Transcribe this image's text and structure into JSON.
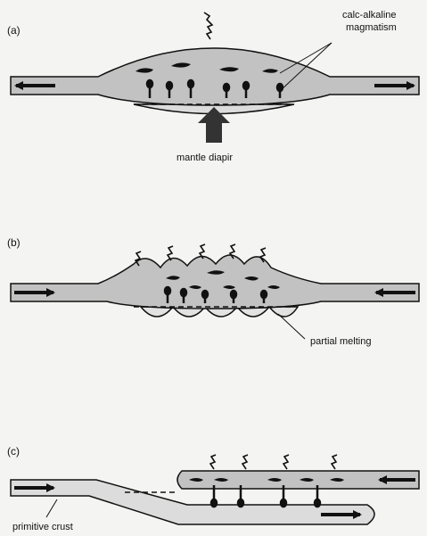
{
  "panels": [
    {
      "id": "a",
      "label": "(a)"
    },
    {
      "id": "b",
      "label": "(b)"
    },
    {
      "id": "c",
      "label": "(c)"
    }
  ],
  "annotations": {
    "calc_alkaline_line1": "calc-alkaline",
    "calc_alkaline_line2": "magmatism",
    "mantle_diapir": "mantle diapir",
    "partial_melting": "partial melting",
    "primitive_crust": "primitive crust"
  },
  "colors": {
    "crust_fill": "#c2c2c2",
    "melt_fill": "#dcdcdc",
    "ink": "#111111"
  }
}
